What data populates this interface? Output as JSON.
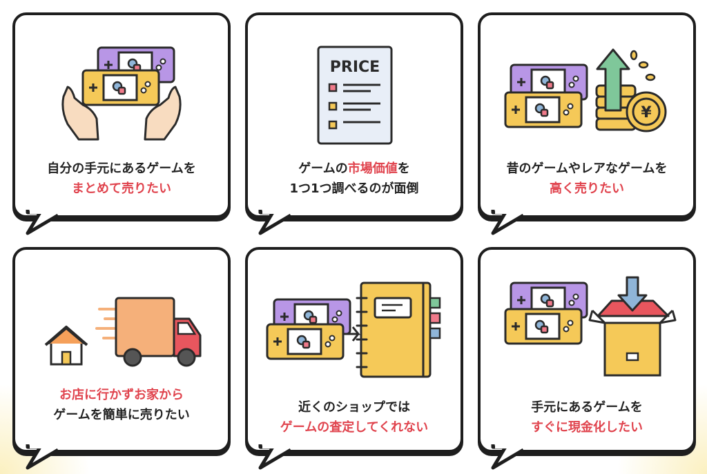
{
  "cards": [
    {
      "line1": "自分の手元にあるゲームを",
      "line2": "まとめて売りたい",
      "highlight": "line2"
    },
    {
      "line1a": "ゲームの",
      "line1b": "市場価値",
      "line1c": "を",
      "line2": "1つ1つ調べるのが面倒",
      "highlight": "line1b",
      "price_label": "PRICE"
    },
    {
      "line1": "昔のゲームやレアなゲームを",
      "line2": "高く売りたい",
      "highlight": "line2",
      "coin_symbol": "¥"
    },
    {
      "line1": "お店に行かずお家から",
      "line2": "ゲームを簡単に売りたい",
      "highlight": "line1"
    },
    {
      "line1": "近くのショップでは",
      "line2": "ゲームの査定してくれない",
      "highlight": "line2"
    },
    {
      "line1": "手元にあるゲームを",
      "line2": "すぐに現金化したい",
      "highlight": "line2"
    }
  ],
  "colors": {
    "accent_red": "#e0434d",
    "border": "#1e1e1e",
    "console_yellow": "#f5c958",
    "console_purple": "#b896e6"
  }
}
